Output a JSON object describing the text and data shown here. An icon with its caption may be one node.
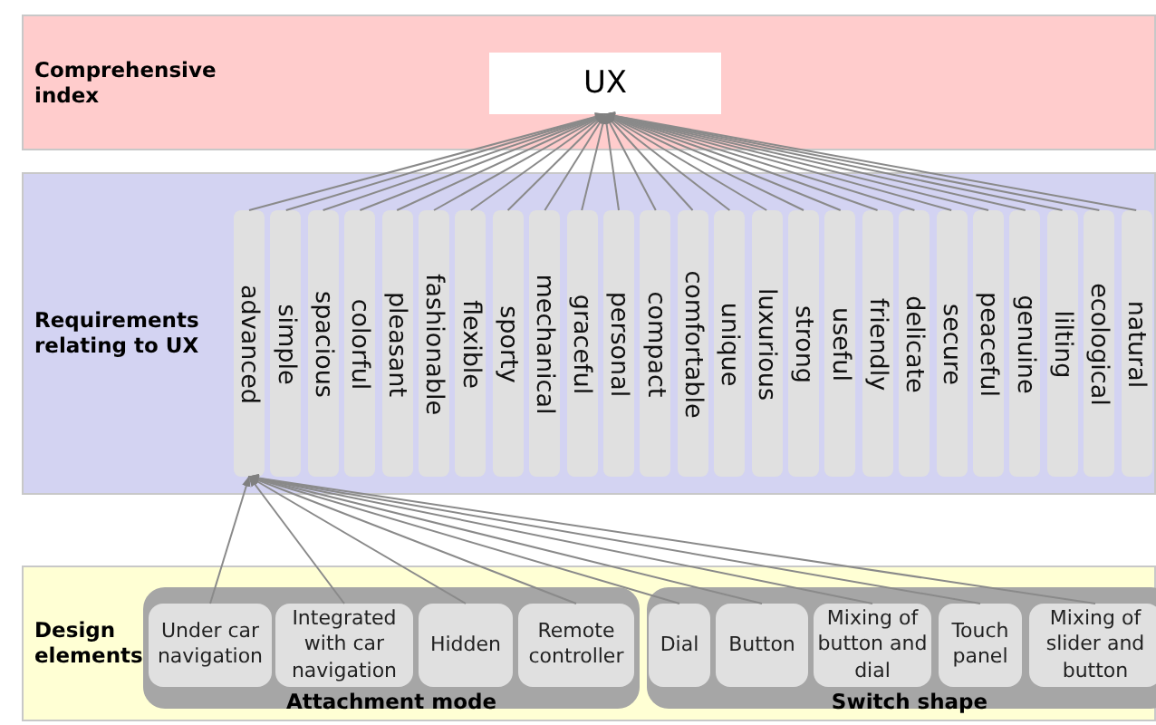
{
  "diagram": {
    "nodes": [
      {
        "text": [
          "Comprehensive index"
        ]
      },
      {
        "text": [
          "UX"
        ],
        "in": 0
      },
      {
        "text": [
          "Requirements relating to UX"
        ]
      },
      {
        "text": [
          "advanced"
        ],
        "in": 2
      },
      {
        "text": [
          "simple"
        ],
        "in": 2
      },
      {
        "text": [
          "spacious"
        ],
        "in": 2
      },
      {
        "text": [
          "colorful"
        ],
        "in": 2
      },
      {
        "text": [
          "pleasant"
        ],
        "in": 2
      },
      {
        "text": [
          "fashionable"
        ],
        "in": 2
      },
      {
        "text": [
          "flexible"
        ],
        "in": 2
      },
      {
        "text": [
          "sporty"
        ],
        "in": 2
      },
      {
        "text": [
          "mechanical"
        ],
        "in": 2
      },
      {
        "text": [
          "graceful"
        ],
        "in": 2
      },
      {
        "text": [
          "personal"
        ],
        "in": 2
      },
      {
        "text": [
          "compact"
        ],
        "in": 2
      },
      {
        "text": [
          "comfortable"
        ],
        "in": 2
      },
      {
        "text": [
          "unique"
        ],
        "in": 2
      },
      {
        "text": [
          "luxurious"
        ],
        "in": 2
      },
      {
        "text": [
          "strong"
        ],
        "in": 2
      },
      {
        "text": [
          "useful"
        ],
        "in": 2
      },
      {
        "text": [
          "friendly"
        ],
        "in": 2
      },
      {
        "text": [
          "delicate"
        ],
        "in": 2
      },
      {
        "text": [
          "secure"
        ],
        "in": 2
      },
      {
        "text": [
          "peaceful"
        ],
        "in": 2
      },
      {
        "text": [
          "genuine"
        ],
        "in": 2
      },
      {
        "text": [
          "lilting"
        ],
        "in": 2
      },
      {
        "text": [
          "ecological"
        ],
        "in": 2
      },
      {
        "text": [
          "natural"
        ],
        "in": 2
      },
      {
        "text": [
          "Design elements"
        ]
      },
      {
        "text": [
          "Attachment mode"
        ],
        "in": 28
      },
      {
        "text": [
          "Under car navigation"
        ],
        "in": 29
      },
      {
        "text": [
          "Integrated with car navigation"
        ],
        "in": 29
      },
      {
        "text": [
          "Hidden"
        ],
        "in": 29
      },
      {
        "text": [
          "Remote controller"
        ],
        "in": 29
      },
      {
        "text": [
          "Switch shape"
        ],
        "in": 28
      },
      {
        "text": [
          "Dial"
        ],
        "in": 34
      },
      {
        "text": [
          "Button"
        ],
        "in": 34
      },
      {
        "text": [
          "Mixing of button and dial"
        ],
        "in": 34
      },
      {
        "text": [
          "Touch panel"
        ],
        "in": 34
      },
      {
        "text": [
          "Mixing of slider and button"
        ],
        "in": 34
      }
    ],
    "edges": [
      {
        "from": 3,
        "to": 1,
        "arrow": "to"
      },
      {
        "from": 4,
        "to": 1,
        "arrow": "to"
      },
      {
        "from": 5,
        "to": 1,
        "arrow": "to"
      },
      {
        "from": 6,
        "to": 1,
        "arrow": "to"
      },
      {
        "from": 7,
        "to": 1,
        "arrow": "to"
      },
      {
        "from": 8,
        "to": 1,
        "arrow": "to"
      },
      {
        "from": 9,
        "to": 1,
        "arrow": "to"
      },
      {
        "from": 10,
        "to": 1,
        "arrow": "to"
      },
      {
        "from": 11,
        "to": 1,
        "arrow": "to"
      },
      {
        "from": 12,
        "to": 1,
        "arrow": "to"
      },
      {
        "from": 13,
        "to": 1,
        "arrow": "to"
      },
      {
        "from": 14,
        "to": 1,
        "arrow": "to"
      },
      {
        "from": 15,
        "to": 1,
        "arrow": "to"
      },
      {
        "from": 16,
        "to": 1,
        "arrow": "to"
      },
      {
        "from": 17,
        "to": 1,
        "arrow": "to"
      },
      {
        "from": 18,
        "to": 1,
        "arrow": "to"
      },
      {
        "from": 19,
        "to": 1,
        "arrow": "to"
      },
      {
        "from": 20,
        "to": 1,
        "arrow": "to"
      },
      {
        "from": 21,
        "to": 1,
        "arrow": "to"
      },
      {
        "from": 22,
        "to": 1,
        "arrow": "to"
      },
      {
        "from": 23,
        "to": 1,
        "arrow": "to"
      },
      {
        "from": 24,
        "to": 1,
        "arrow": "to"
      },
      {
        "from": 25,
        "to": 1,
        "arrow": "to"
      },
      {
        "from": 26,
        "to": 1,
        "arrow": "to"
      },
      {
        "from": 27,
        "to": 1,
        "arrow": "to"
      },
      {
        "from": 30,
        "to": 3,
        "arrow": "to"
      },
      {
        "from": 31,
        "to": 3,
        "arrow": "to"
      },
      {
        "from": 32,
        "to": 3,
        "arrow": "to"
      },
      {
        "from": 33,
        "to": 3,
        "arrow": "to"
      },
      {
        "from": 35,
        "to": 3,
        "arrow": "to"
      },
      {
        "from": 36,
        "to": 3,
        "arrow": "to"
      },
      {
        "from": 37,
        "to": 3,
        "arrow": "to"
      },
      {
        "from": 38,
        "to": 3,
        "arrow": "to"
      },
      {
        "from": 39,
        "to": 3,
        "arrow": "to"
      }
    ]
  }
}
